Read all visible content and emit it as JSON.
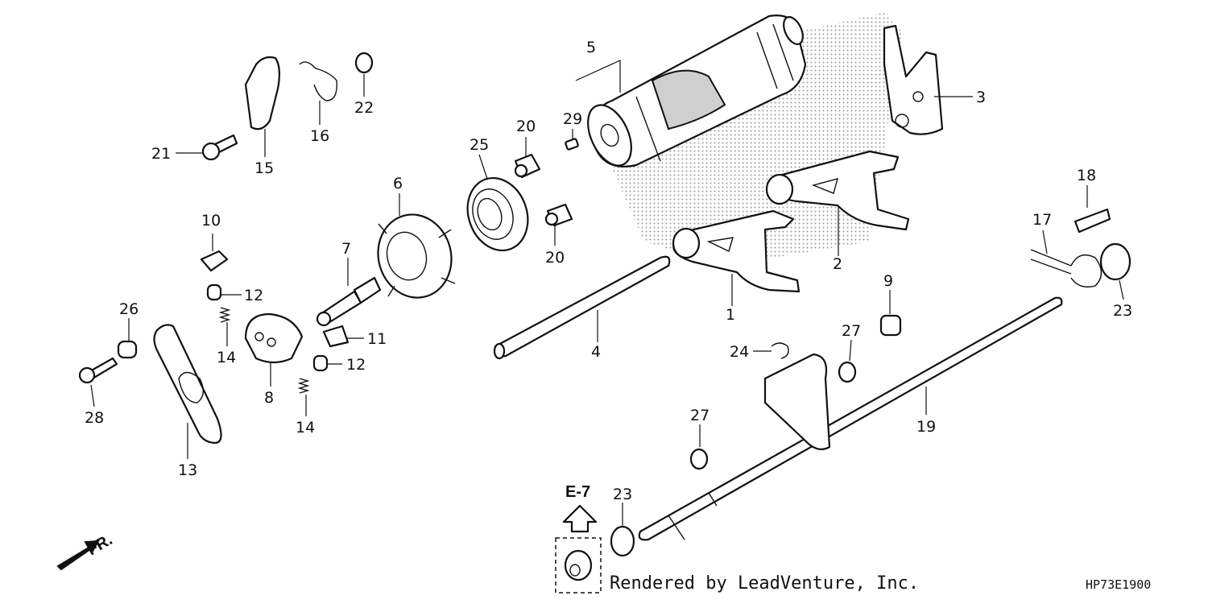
{
  "diagram": {
    "credit": "Rendered by LeadVenture, Inc.",
    "diagram_code": "HP73E1900",
    "reference": "E-7",
    "direction": "FR."
  },
  "callouts": {
    "c1": "1",
    "c2": "2",
    "c3": "3",
    "c4": "4",
    "c5": "5",
    "c6": "6",
    "c7": "7",
    "c8": "8",
    "c9": "9",
    "c10": "10",
    "c11": "11",
    "c12a": "12",
    "c12b": "12",
    "c13": "13",
    "c14a": "14",
    "c14b": "14",
    "c15": "15",
    "c16": "16",
    "c17": "17",
    "c18": "18",
    "c19": "19",
    "c20a": "20",
    "c20b": "20",
    "c21": "21",
    "c22": "22",
    "c23a": "23",
    "c23b": "23",
    "c24": "24",
    "c25": "25",
    "c26": "26",
    "c27a": "27",
    "c27b": "27",
    "c28": "28",
    "c29": "29"
  }
}
